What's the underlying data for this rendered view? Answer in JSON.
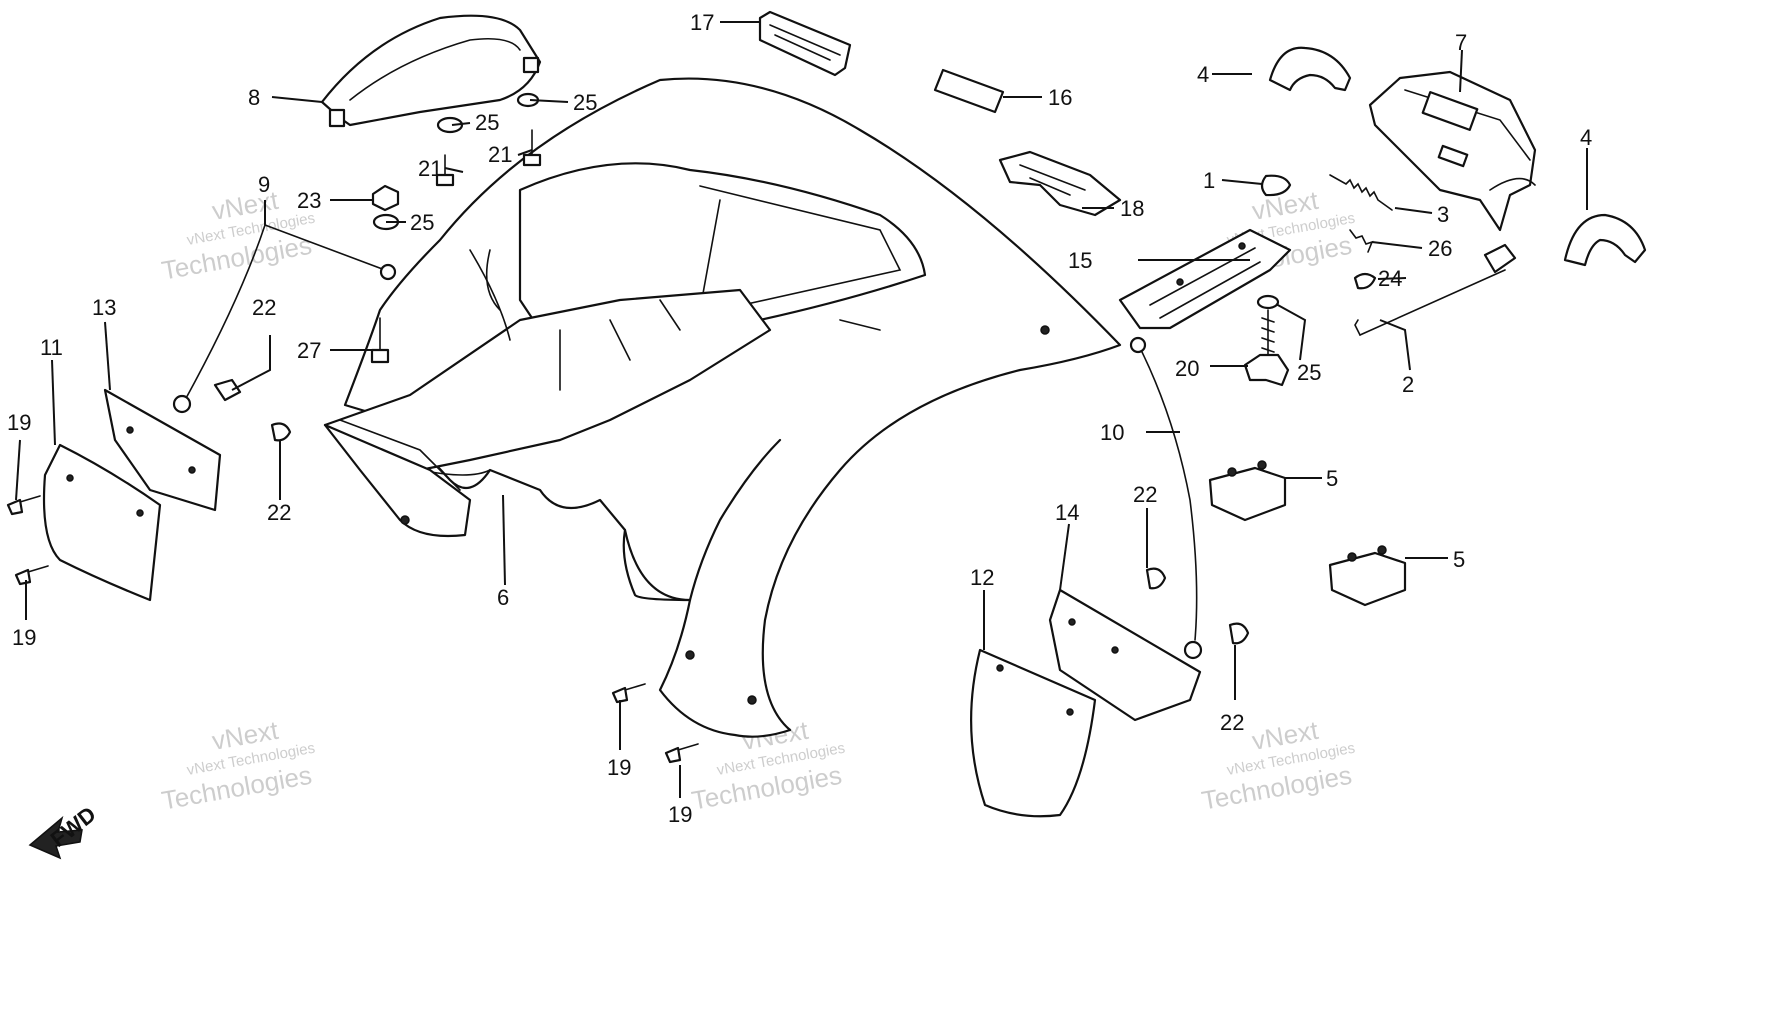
{
  "parts": [
    {
      "id": "1",
      "label": "1"
    },
    {
      "id": "2",
      "label": "2"
    },
    {
      "id": "3",
      "label": "3"
    },
    {
      "id": "4a",
      "label": "4"
    },
    {
      "id": "4b",
      "label": "4"
    },
    {
      "id": "5a",
      "label": "5"
    },
    {
      "id": "5b",
      "label": "5"
    },
    {
      "id": "6",
      "label": "6"
    },
    {
      "id": "7",
      "label": "7"
    },
    {
      "id": "8",
      "label": "8"
    },
    {
      "id": "9",
      "label": "9"
    },
    {
      "id": "10",
      "label": "10"
    },
    {
      "id": "11",
      "label": "11"
    },
    {
      "id": "12",
      "label": "12"
    },
    {
      "id": "13",
      "label": "13"
    },
    {
      "id": "14",
      "label": "14"
    },
    {
      "id": "15",
      "label": "15"
    },
    {
      "id": "16",
      "label": "16"
    },
    {
      "id": "17",
      "label": "17"
    },
    {
      "id": "18",
      "label": "18"
    },
    {
      "id": "19a",
      "label": "19"
    },
    {
      "id": "19b",
      "label": "19"
    },
    {
      "id": "19c",
      "label": "19"
    },
    {
      "id": "19d",
      "label": "19"
    },
    {
      "id": "20",
      "label": "20"
    },
    {
      "id": "21a",
      "label": "21"
    },
    {
      "id": "21b",
      "label": "21"
    },
    {
      "id": "22a",
      "label": "22"
    },
    {
      "id": "22b",
      "label": "22"
    },
    {
      "id": "22c",
      "label": "22"
    },
    {
      "id": "22d",
      "label": "22"
    },
    {
      "id": "23",
      "label": "23"
    },
    {
      "id": "24",
      "label": "24"
    },
    {
      "id": "25a",
      "label": "25"
    },
    {
      "id": "25b",
      "label": "25"
    },
    {
      "id": "25c",
      "label": "25"
    },
    {
      "id": "25d",
      "label": "25"
    },
    {
      "id": "26",
      "label": "26"
    },
    {
      "id": "27",
      "label": "27"
    }
  ],
  "direction": {
    "label": "FWD"
  },
  "watermark": {
    "line1": "vNext Technologies",
    "line2a": "vNext",
    "line2b": "Technologies"
  }
}
